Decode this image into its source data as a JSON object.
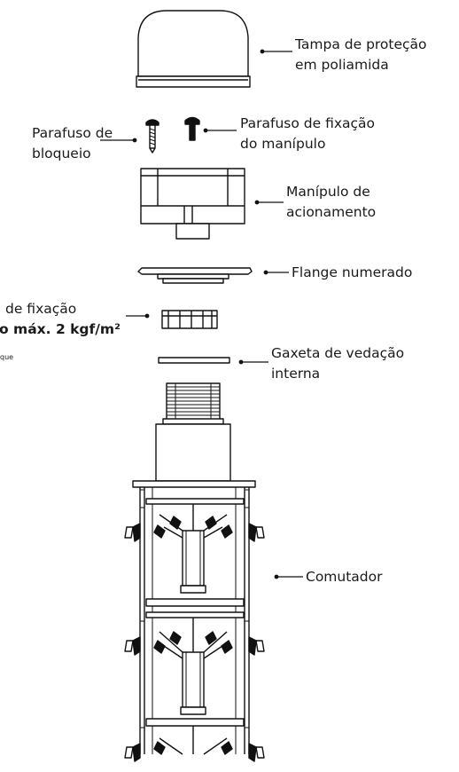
{
  "labels": {
    "tampa": [
      "Tampa de proteção",
      "em poliamida"
    ],
    "parafuso_bloqueio": [
      "Parafuso de",
      "bloqueio"
    ],
    "parafuso_fixacao": [
      "Parafuso de fixação",
      "do manípulo"
    ],
    "manipulo": [
      "Manípulo de",
      "acionamento"
    ],
    "flange": [
      "Flange numerado"
    ],
    "porca": [
      "de fixação",
      "o máx. 2 kgf/m²"
    ],
    "torque_fragment": "que",
    "gaxeta": [
      "Gaxeta de vedação",
      "interna"
    ],
    "comutador": [
      "Comutador"
    ]
  }
}
